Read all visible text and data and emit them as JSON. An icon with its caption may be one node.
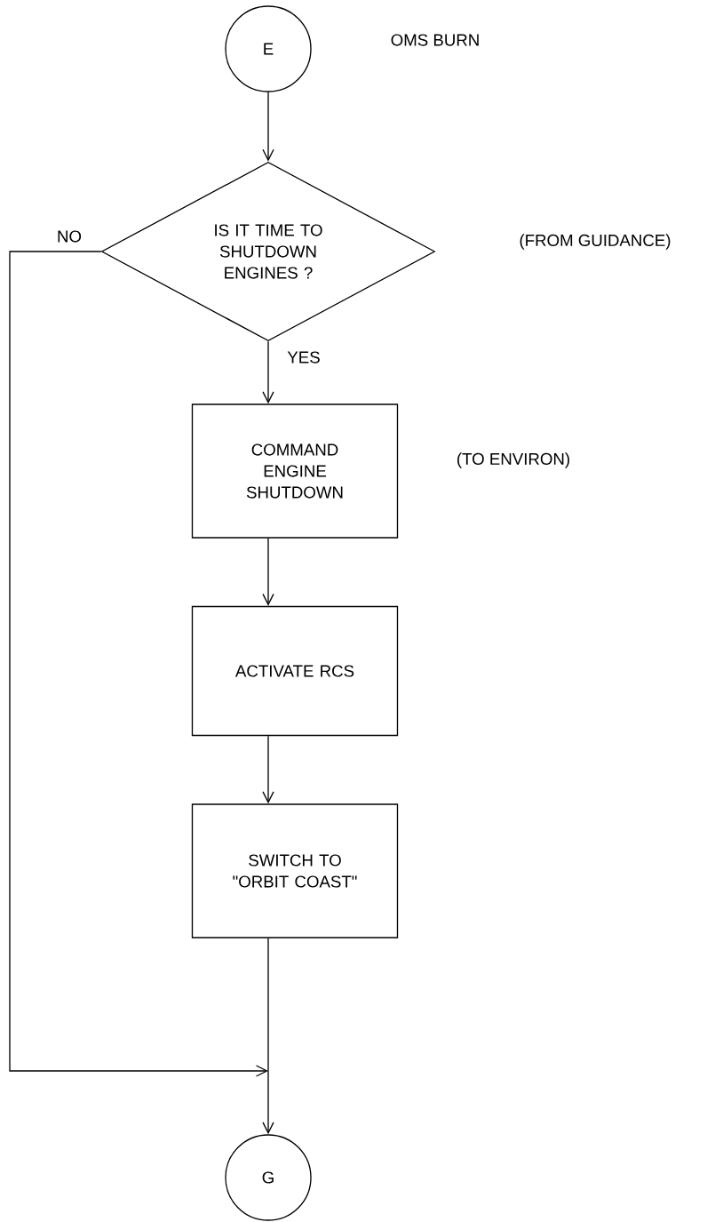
{
  "diagram": {
    "nodes": [
      {
        "text": [
          "E"
        ]
      },
      {
        "text": [
          "IS IT TIME TO SHUTDOWN ENGINES ?"
        ]
      },
      {
        "text": [
          "COMMAND ENGINE SHUTDOWN"
        ]
      },
      {
        "text": [
          "ACTIVATE RCS"
        ]
      },
      {
        "text": [
          "SWITCH TO \"ORBIT COAST\""
        ]
      },
      {
        "text": [
          "G"
        ]
      }
    ],
    "edges": [
      {
        "from": 0,
        "to": 1,
        "arrow": "to"
      },
      {
        "from": 1,
        "to": 2,
        "arrow": "to",
        "label": "YES"
      },
      {
        "from": 2,
        "to": 3,
        "arrow": "to"
      },
      {
        "from": 3,
        "to": 4,
        "arrow": "to"
      },
      {
        "from": 4,
        "to": 5,
        "arrow": "to"
      },
      {
        "from": 1,
        "to": 5,
        "arrow": "to",
        "label": "NO"
      }
    ],
    "labels": [
      "OMS BURN",
      "(FROM GUIDANCE)",
      "(TO ENVIRON)"
    ]
  }
}
